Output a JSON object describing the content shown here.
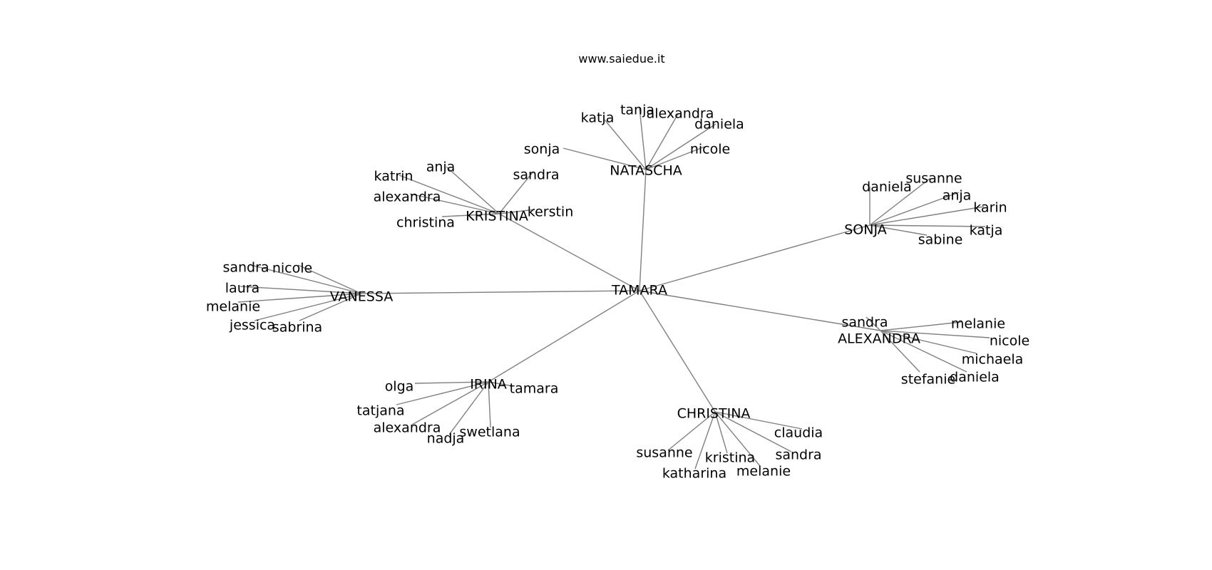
{
  "header": {
    "site": "www.saiedue.it"
  },
  "graph": {
    "edge_color": "#808080",
    "center": "TAMARA",
    "hubs": [
      {
        "id": "NATASCHA",
        "label": "NATASCHA",
        "children": [
          "sonja",
          "katja",
          "tanja",
          "alexandra",
          "daniela",
          "nicole"
        ]
      },
      {
        "id": "KRISTINA",
        "label": "KRISTINA",
        "children": [
          "anja",
          "katrin",
          "alexandra",
          "christina",
          "sandra",
          "kerstin"
        ]
      },
      {
        "id": "SONJA",
        "label": "SONJA",
        "children": [
          "daniela",
          "susanne",
          "anja",
          "karin",
          "katja",
          "sabine"
        ]
      },
      {
        "id": "VANESSA",
        "label": "VANESSA",
        "children": [
          "sandra",
          "nicole",
          "laura",
          "melanie",
          "jessica",
          "sabrina"
        ]
      },
      {
        "id": "ALEXANDRA",
        "label": "ALEXANDRA",
        "children": [
          "sandra",
          "melanie",
          "nicole",
          "michaela",
          "daniela",
          "stefanie"
        ]
      },
      {
        "id": "IRINA",
        "label": "IRINA",
        "children": [
          "olga",
          "tamara",
          "tatjana",
          "alexandra",
          "nadja",
          "swetlana"
        ]
      },
      {
        "id": "CHRISTINA",
        "label": "CHRISTINA",
        "children": [
          "claudia",
          "sandra",
          "susanne",
          "kristina",
          "katharina",
          "melanie"
        ]
      }
    ]
  }
}
